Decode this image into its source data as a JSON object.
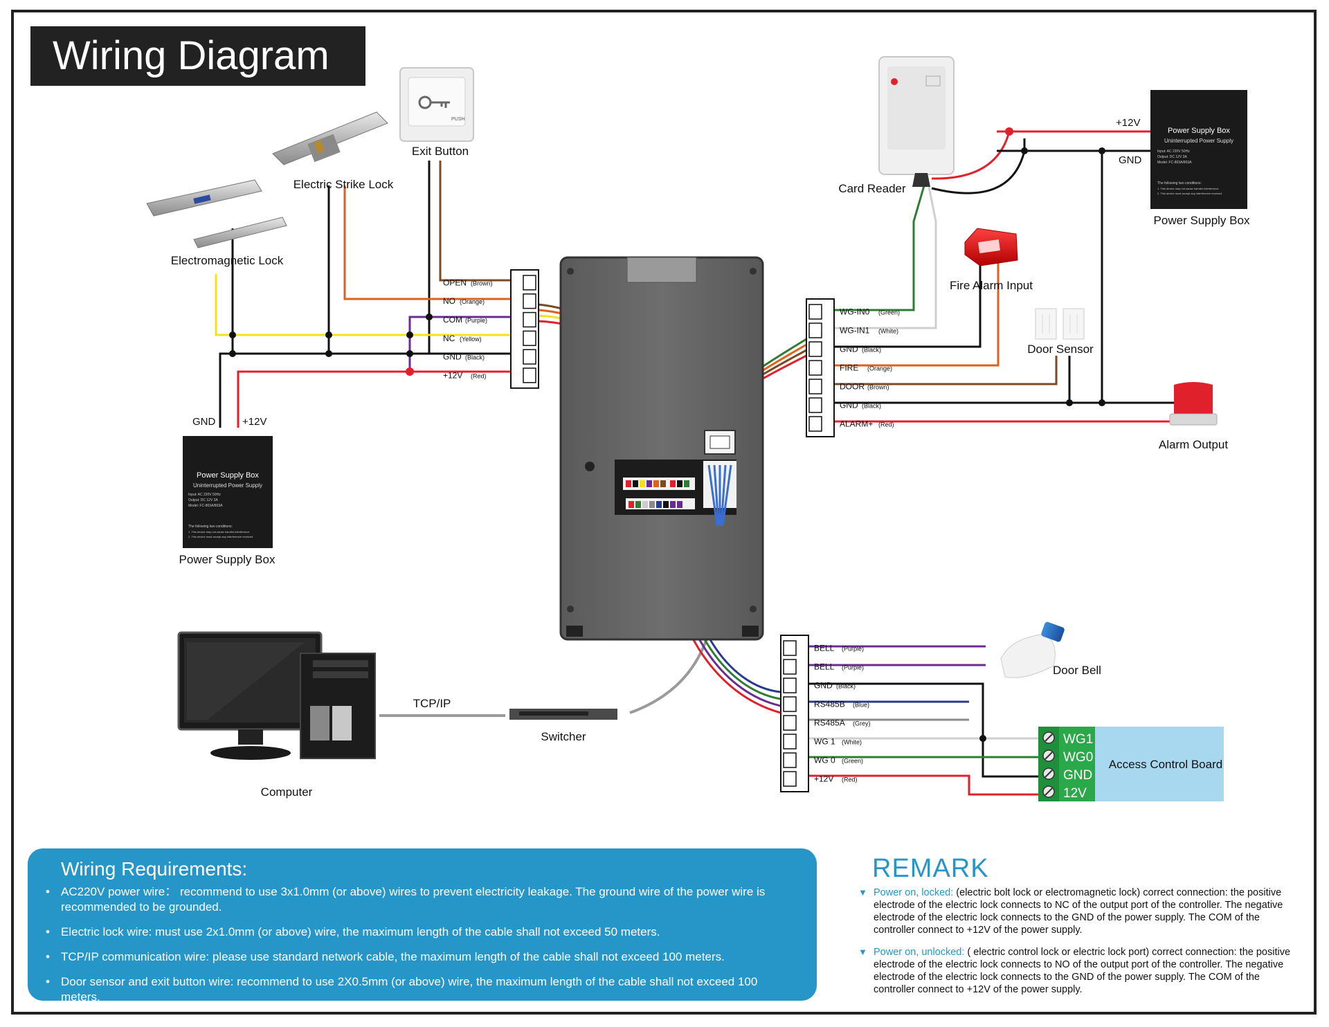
{
  "title": "Wiring Diagram",
  "components": {
    "exit_button": "Exit Button",
    "electric_strike_lock": "Electric Strike Lock",
    "electromagnetic_lock": "Electromagnetic Lock",
    "card_reader": "Card Reader",
    "power_supply_box": "Power Supply Box",
    "fire_alarm_input": "Fire Alarm Input",
    "door_sensor": "Door Sensor",
    "alarm_output": "Alarm Output",
    "door_bell": "Door Bell",
    "access_control_board": "Access Control Board",
    "computer": "Computer",
    "switcher": "Switcher",
    "tcpip": "TCP/IP",
    "exit_push": "PUSH"
  },
  "psu_label": {
    "title": "Power Supply Box",
    "subtitle": "Uninterrupted Power Supply",
    "line1": "Input: AC 220V 50Hz",
    "line2": "Output: DC 12V 3A",
    "line3": "Model: FC-803A/803A",
    "line4": "The following two conditions:",
    "line5": "1. This device may not cause harmful interference",
    "line6": "2. This device must accept any interference received"
  },
  "power_labels": {
    "left_gnd": "GND",
    "left_12v": "+12V",
    "right_12v": "+12V",
    "right_gnd": "GND"
  },
  "terminal_left": [
    {
      "name": "OPEN",
      "color": "(Brown)"
    },
    {
      "name": "NO",
      "color": "(Orange)"
    },
    {
      "name": "COM",
      "color": "(Purple)"
    },
    {
      "name": "NC",
      "color": "(Yellow)"
    },
    {
      "name": "GND",
      "color": "(Black)"
    },
    {
      "name": "+12V",
      "color": "(Red)"
    }
  ],
  "terminal_right": [
    {
      "name": "WG-IN0",
      "color": "(Green)"
    },
    {
      "name": "WG-IN1",
      "color": "(White)"
    },
    {
      "name": "GND",
      "color": "(Black)"
    },
    {
      "name": "FIRE",
      "color": "(Orange)"
    },
    {
      "name": "DOOR",
      "color": "(Brown)"
    },
    {
      "name": "GND",
      "color": "(Black)"
    },
    {
      "name": "ALARM+",
      "color": "(Red)"
    }
  ],
  "terminal_bottom": [
    {
      "name": "BELL",
      "color": "(Purple)"
    },
    {
      "name": "BELL",
      "color": "(Purple)"
    },
    {
      "name": "GND",
      "color": "(Black)"
    },
    {
      "name": "RS485B",
      "color": "(Blue)"
    },
    {
      "name": "RS485A",
      "color": "(Grey)"
    },
    {
      "name": "WG 1",
      "color": "(White)"
    },
    {
      "name": "WG 0",
      "color": "(Green)"
    },
    {
      "name": "+12V",
      "color": "(Red)"
    }
  ],
  "board_terminals": [
    "WG1",
    "WG0",
    "GND",
    "12V"
  ],
  "requirements": {
    "title": "Wiring Requirements:",
    "items": [
      "AC220V power wire： recommend to use 3x1.0mm (or above) wires to prevent electricity leakage. The ground wire of the power wire is recommended to be grounded.",
      "Electric lock wire: must use 2x1.0mm (or above) wire, the maximum length of the cable shall not exceed 50 meters.",
      "TCP/IP communication wire: please use standard network cable, the maximum length of the cable shall not exceed 100 meters.",
      "Door sensor and exit button wire: recommend to use 2X0.5mm (or above) wire, the maximum length of the cable shall not exceed 100 meters."
    ]
  },
  "remark": {
    "title": "REMARK",
    "locked_label": "Power on, locked:",
    "locked_text": "(electric bolt lock or electromagnetic lock) correct connection: the positive electrode of the electric lock connects to NC of the output port of the controller. The negative electrode of the electric lock connects to the GND of the power supply. The COM of the controller connect to +12V of the power supply.",
    "unlocked_label": "Power on, unlocked:",
    "unlocked_text": "( electric control lock or electric lock port) correct connection: the positive electrode of the electric lock connects to NO of the output port of the controller. The negative electrode of the electric lock connects to the GND of the power supply. The COM of the controller connect to +12V of the power supply."
  },
  "colors": {
    "red": "#e0202a",
    "black": "#111111",
    "yellow": "#f4e21b",
    "orange": "#e0601e",
    "purple": "#6a2c91",
    "brown": "#7a4a22",
    "green": "#2e7d32",
    "white": "#d8d8d8",
    "blue": "#2a3a8c",
    "grey": "#8a8a8a",
    "accent": "#2596c7",
    "board_green": "#2aa84a",
    "board_blue": "#a8d8ef"
  }
}
